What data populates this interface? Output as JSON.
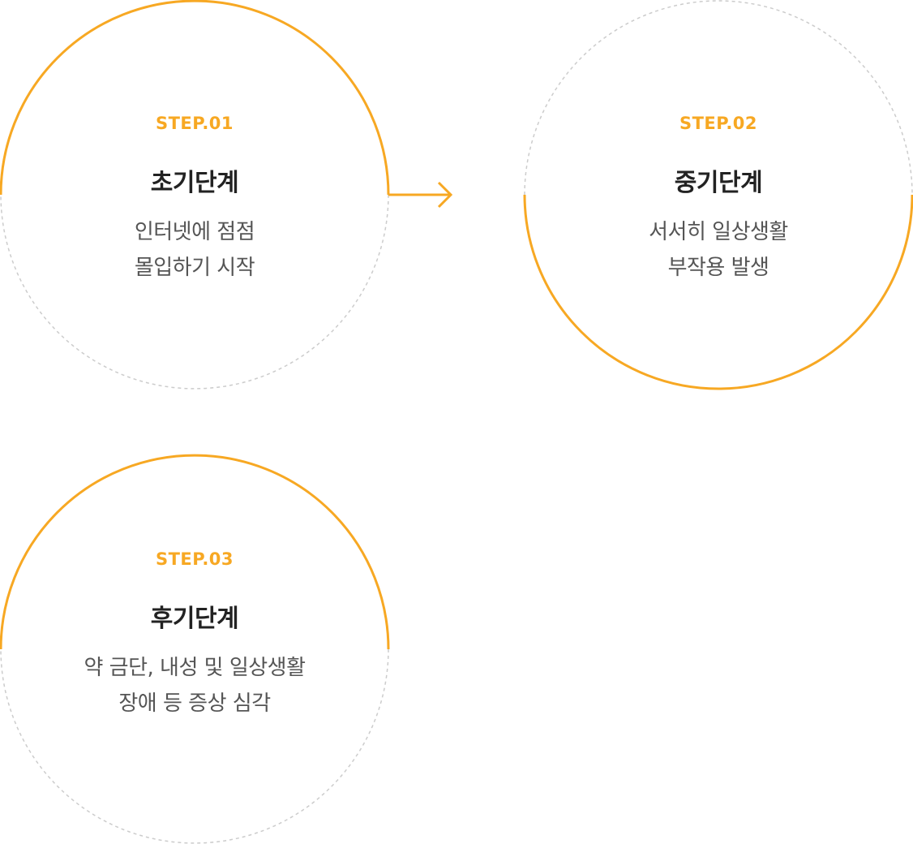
{
  "colors": {
    "accent": "#f7a823",
    "dashed": "#cccccc",
    "title": "#222222",
    "desc": "#555555"
  },
  "steps": [
    {
      "label": "STEP.01",
      "title": "초기단계",
      "desc": [
        "인터넷에 점점",
        "몰입하기 시작"
      ]
    },
    {
      "label": "STEP.02",
      "title": "중기단계",
      "desc": [
        "서서히 일상생활",
        "부작용 발생"
      ]
    },
    {
      "label": "STEP.03",
      "title": "후기단계",
      "desc": [
        "약 금단, 내성 및 일상생활",
        "장애 등 증상 심각"
      ]
    }
  ],
  "connector": {
    "icon": "arrow-right-icon"
  }
}
